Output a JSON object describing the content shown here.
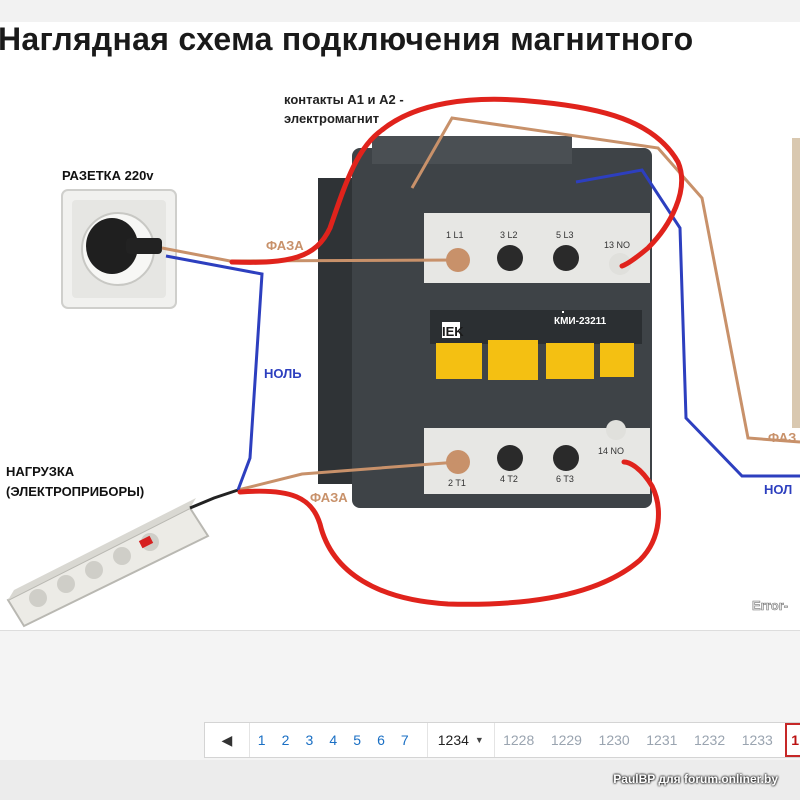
{
  "title": "Наглядная  схема подключения магнитного",
  "labels": {
    "contacts_line1": "контакты А1 и А2 -",
    "contacts_line2": "электромагнит",
    "socket": "РАЗЕТКА 220v",
    "phase_top": "ФАЗА",
    "neutral": "НОЛЬ",
    "load_line1": "НАГРУЗКА",
    "load_line2": "(ЭЛЕКТРОПРИБОРЫ)",
    "phase_bottom": "ФАЗА",
    "phase_right": "ФАЗ",
    "neutral_right": "НОЛ",
    "brand": "IEK",
    "model": "КМИ-23211",
    "watermark": "Error-"
  },
  "terminals": {
    "top": [
      "1 L1",
      "3 L2",
      "5 L3",
      "13 NO"
    ],
    "bottom": [
      "2 T1",
      "4 T2",
      "6 T3",
      "14 NO"
    ]
  },
  "colors": {
    "phase_wire": "#c8916a",
    "neutral_wire": "#2d3fbf",
    "drawn_loop": "#e0231c",
    "contactor_body": "#3e4347",
    "yellow": "#f4c012"
  },
  "pagination": {
    "prev_icon": "◀",
    "pages": [
      "1",
      "2",
      "3",
      "4",
      "5",
      "6",
      "7"
    ],
    "selected": "1234",
    "far_pages": [
      "1228",
      "1229",
      "1230",
      "1231",
      "1232",
      "1233"
    ],
    "current": "1"
  },
  "credit": "PaulBP для forum.onliner.by"
}
